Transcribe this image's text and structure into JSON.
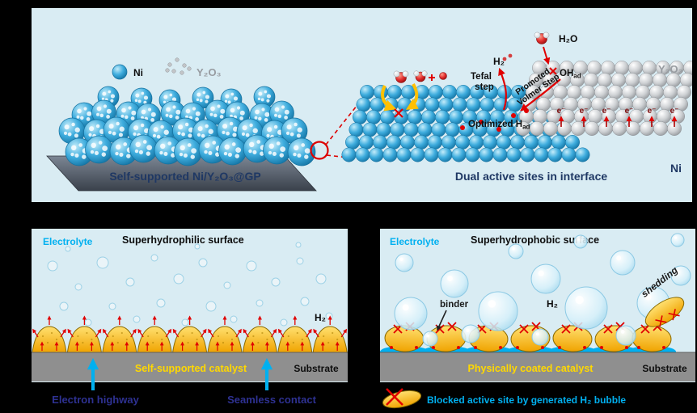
{
  "colors": {
    "panel_bg": "#d9ecf3",
    "ni_blue": "#39a9db",
    "y2o3_gray": "#c6c8ca",
    "catalyst_yellow": "#ffc000",
    "cyan": "#00b0f0",
    "navy": "#1f3864",
    "callout_blue": "#2e3192",
    "red": "#e00000",
    "substrate_gray": "#8f8f8f"
  },
  "top_panel": {
    "legend": {
      "ni": "Ni",
      "y2o3": "Y₂O₃"
    },
    "left_caption": "Self-supported Ni/Y₂O₃@GP",
    "right_caption": "Dual active sites in interface",
    "h2": "H₂",
    "h2o": "H₂O",
    "tefal_line1": "Tefal",
    "tefal_line2": "step",
    "volmer_line1": "Promoted",
    "volmer_line2": "Volmer Step",
    "optimized_h": "Optimized H",
    "optimized_h_sub": "ad",
    "oh": "OH",
    "oh_sub": "ad",
    "electron": "e⁻",
    "y2o3_slab_label": "Y₂O₃",
    "ni_slab_label": "Ni"
  },
  "bottom_left": {
    "electrolyte": "Electrolyte",
    "surface_title": "Superhydrophilic surface",
    "h2": "H₂",
    "catalyst_label": "Self-supported catalyst",
    "substrate_label": "Substrate",
    "callout1": "Electron highway",
    "callout2": "Seamless contact"
  },
  "bottom_right": {
    "electrolyte": "Electrolyte",
    "surface_title": "Superhydrophobic surface",
    "binder": "binder",
    "h2": "H₂",
    "shedding": "shedding",
    "catalyst_label": "Physically coated catalyst",
    "substrate_label": "Substrate",
    "legend_caption": "Blocked active site by generated H₂ bubble"
  }
}
